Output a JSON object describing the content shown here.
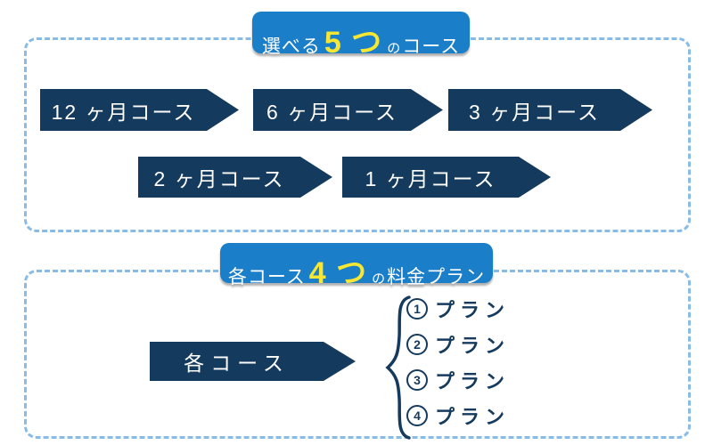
{
  "colors": {
    "arrow_navy": "#143a5e",
    "badge_blue": "#1a7ec9",
    "highlight_yellow": "#f7e733",
    "dashed_border_blue": "#88bce6",
    "text_white": "#ffffff"
  },
  "courses_section": {
    "badge": {
      "prefix": "選べる",
      "highlight": "5 つ",
      "particle": "の",
      "suffix": "コース"
    },
    "row1": [
      "12 ヶ月コース",
      "6 ヶ月コース",
      "3 ヶ月コース"
    ],
    "row2": [
      "2 ヶ月コース",
      "1 ヶ月コース"
    ]
  },
  "plans_section": {
    "badge": {
      "prefix": "各コース",
      "highlight": "4 つ",
      "particle": "の",
      "suffix": "料金プラン"
    },
    "arrow_label": "各コース",
    "plans": [
      {
        "number": "1",
        "label": "プラン"
      },
      {
        "number": "2",
        "label": "プラン"
      },
      {
        "number": "3",
        "label": "プラン"
      },
      {
        "number": "4",
        "label": "プラン"
      }
    ]
  }
}
